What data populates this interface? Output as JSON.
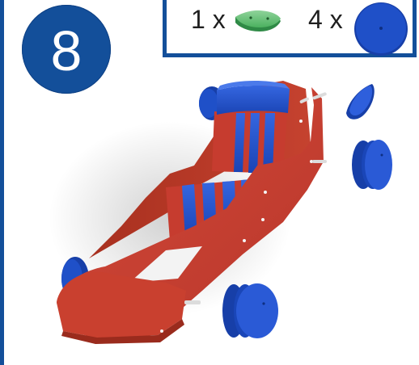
{
  "step": {
    "number": "8"
  },
  "parts": [
    {
      "quantity_text": "1 x",
      "icon": "green-seat-piece-icon",
      "color": "#3aa65a"
    },
    {
      "quantity_text": "4 x",
      "icon": "blue-wheel-icon",
      "color": "#1c4ec7"
    }
  ],
  "colors": {
    "frame": "#134f9a",
    "body": "#c63c2f",
    "stripe": "#1f4fc7",
    "axle": "#d8d8d8"
  }
}
